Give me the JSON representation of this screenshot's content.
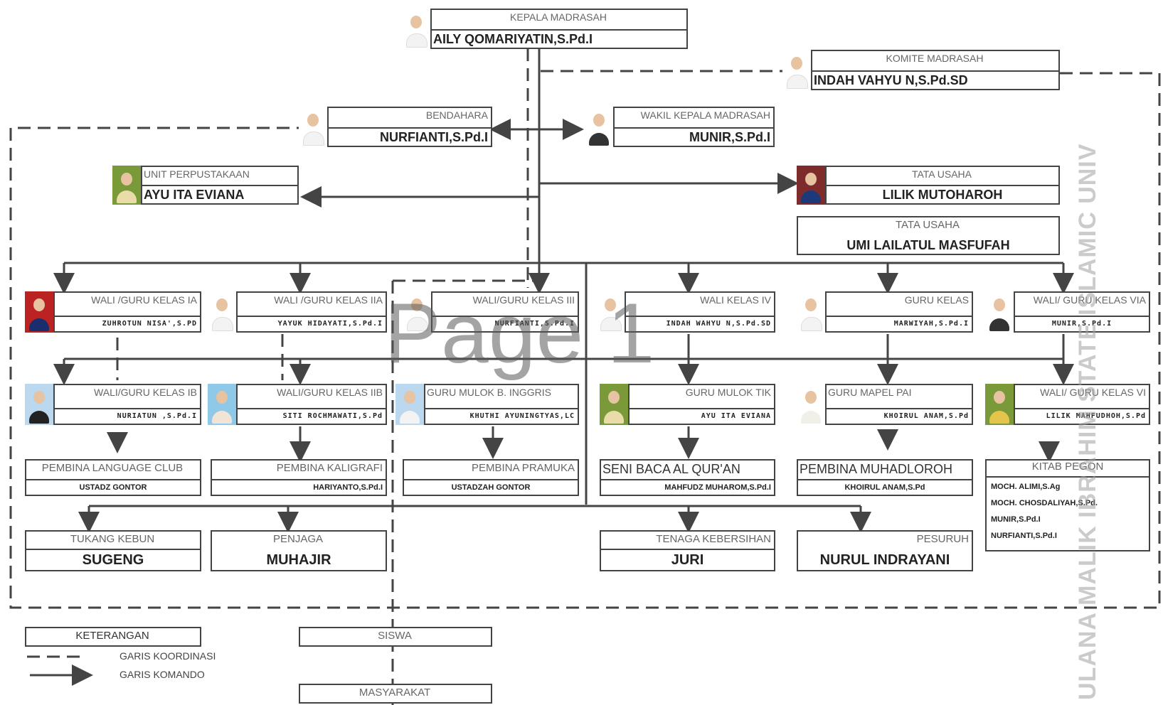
{
  "nodes": {
    "kepala": {
      "role": "KEPALA MADRASAH",
      "name": "AILY QOMARIYATIN,S.Pd.I"
    },
    "komite": {
      "role": "KOMITE MADRASAH",
      "name": "INDAH VAHYU N,S.Pd.SD"
    },
    "bendahara": {
      "role": "BENDAHARA",
      "name": "NURFIANTI,S.Pd.I"
    },
    "wakil": {
      "role": "WAKIL KEPALA MADRASAH",
      "name": "MUNIR,S.Pd.I"
    },
    "perpus": {
      "role": "UNIT PERPUSTAKAAN",
      "name": "AYU ITA EVIANA"
    },
    "tu1": {
      "role": "TATA USAHA",
      "name": "LILIK MUTOHAROH"
    },
    "tu2": {
      "role": "TATA USAHA",
      "name": "UMI LAILATUL MASFUFAH"
    },
    "w1a": {
      "role": "WALI /GURU KELAS IA",
      "name": "ZUHROTUN NISA',S.PD"
    },
    "w2a": {
      "role": "WALI /GURU KELAS IIA",
      "name": "YAYUK HIDAYATI,S.Pd.I"
    },
    "w3": {
      "role": "WALI/GURU KELAS III",
      "name": "NURFIANTI,S.Pd.I"
    },
    "w4": {
      "role": "WALI KELAS IV",
      "name": "INDAH WAHYU N,S.Pd.SD"
    },
    "gk": {
      "role": "GURU KELAS",
      "name": "MARWIYAH,S.Pd.I"
    },
    "w6a": {
      "role": "WALI/ GURU KELAS VIA",
      "name": "MUNIR,S.Pd.I"
    },
    "w1b": {
      "role": "WALI/GURU KELAS IB",
      "name": "NURIATUN ,S.Pd.I"
    },
    "w2b": {
      "role": "WALI/GURU KELAS IIB",
      "name": "SITI ROCHMAWATI,S.Pd"
    },
    "ming": {
      "role": "GURU MULOK B. INGGRIS",
      "name": "KHUTHI AYUNINGTYAS,LC"
    },
    "mtik": {
      "role": "GURU MULOK TIK",
      "name": "AYU ITA EVIANA"
    },
    "pai": {
      "role": "GURU MAPEL PAI",
      "name": "KHOIRUL ANAM,S.Pd"
    },
    "w6": {
      "role": "WALI/ GURU KELAS VI",
      "name": "LILIK MAHFUDHOH,S.Pd"
    },
    "plang": {
      "role": "PEMBINA LANGUAGE CLUB",
      "name": "USTADZ GONTOR"
    },
    "pkal": {
      "role": "PEMBINA KALIGRAFI",
      "name": "HARIYANTO,S.Pd.I"
    },
    "ppram": {
      "role": "PEMBINA PRAMUKA",
      "name": "USTADZAH GONTOR"
    },
    "pqur": {
      "role": "SENI BACA AL QUR'AN",
      "name": "MAHFUDZ MUHAROM,S.Pd.I"
    },
    "pmuh": {
      "role": "PEMBINA MUHADLOROH",
      "name": "KHOIRUL ANAM,S.Pd"
    },
    "kitab": {
      "role": "KITAB PEGON",
      "lines": [
        "MOCH. ALIMI,S.Ag",
        "MOCH. CHOSDALIYAH,S.Pd.",
        "MUNIR,S.Pd.I",
        "NURFIANTI,S.Pd.I"
      ]
    },
    "tukang": {
      "role": "TUKANG KEBUN",
      "name": "SUGENG"
    },
    "penjaga": {
      "role": "PENJAGA",
      "name": "MUHAJIR"
    },
    "tenaga": {
      "role": "TENAGA KEBERSIHAN",
      "name": "JURI"
    },
    "pesuruh": {
      "role": "PESURUH",
      "name": "NURUL INDRAYANI"
    },
    "siswa": {
      "role": "SISWA"
    },
    "masyarakat": {
      "role": "MASYARAKAT"
    }
  },
  "legend": {
    "title": "KETERANGAN",
    "coord": "GARIS KOORDINASI",
    "command": "GARIS KOMANDO"
  },
  "watermark": "Page 1",
  "side_text": "ULANA MALIK IBRAHIM STATE ISLAMIC UNIV",
  "colors": {
    "line": "#444444",
    "box_border": "#444444",
    "hijab": "#f3f3f3",
    "suit": "#333333",
    "green": "#7a9a3a"
  }
}
